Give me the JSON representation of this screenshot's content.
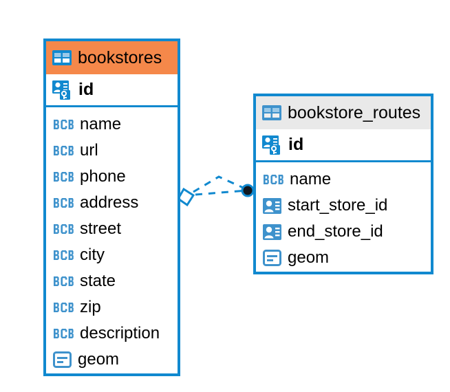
{
  "diagram": {
    "type": "entity-relationship-diagram",
    "background_color": "#FFFFFF",
    "accent_color": "#1189CF",
    "highlight_color": "#F5884A",
    "header_gray": "#E9E9E9"
  },
  "entities": [
    {
      "name": "bookstores",
      "header_style": "orange",
      "table_icon": "table-icon",
      "primary_key": {
        "label": "id",
        "icon": "primary-key-icon"
      },
      "fields": [
        {
          "label": "name",
          "icon": "abc-text-icon"
        },
        {
          "label": "url",
          "icon": "abc-text-icon"
        },
        {
          "label": "phone",
          "icon": "abc-text-icon"
        },
        {
          "label": "address",
          "icon": "abc-text-icon"
        },
        {
          "label": "street",
          "icon": "abc-text-icon"
        },
        {
          "label": "city",
          "icon": "abc-text-icon"
        },
        {
          "label": "state",
          "icon": "abc-text-icon"
        },
        {
          "label": "zip",
          "icon": "abc-text-icon"
        },
        {
          "label": "description",
          "icon": "abc-text-icon"
        },
        {
          "label": "geom",
          "icon": "geometry-icon"
        }
      ]
    },
    {
      "name": "bookstore_routes",
      "header_style": "gray",
      "table_icon": "table-icon",
      "primary_key": {
        "label": "id",
        "icon": "primary-key-icon"
      },
      "fields": [
        {
          "label": "name",
          "icon": "abc-text-icon"
        },
        {
          "label": "start_store_id",
          "icon": "foreign-key-icon"
        },
        {
          "label": "end_store_id",
          "icon": "foreign-key-icon"
        },
        {
          "label": "geom",
          "icon": "geometry-icon"
        }
      ]
    }
  ],
  "relationship": {
    "source_marker": "diamond-marker",
    "target_marker": "circle-marker",
    "line_style": "dashed",
    "line_color": "#1189CF"
  }
}
